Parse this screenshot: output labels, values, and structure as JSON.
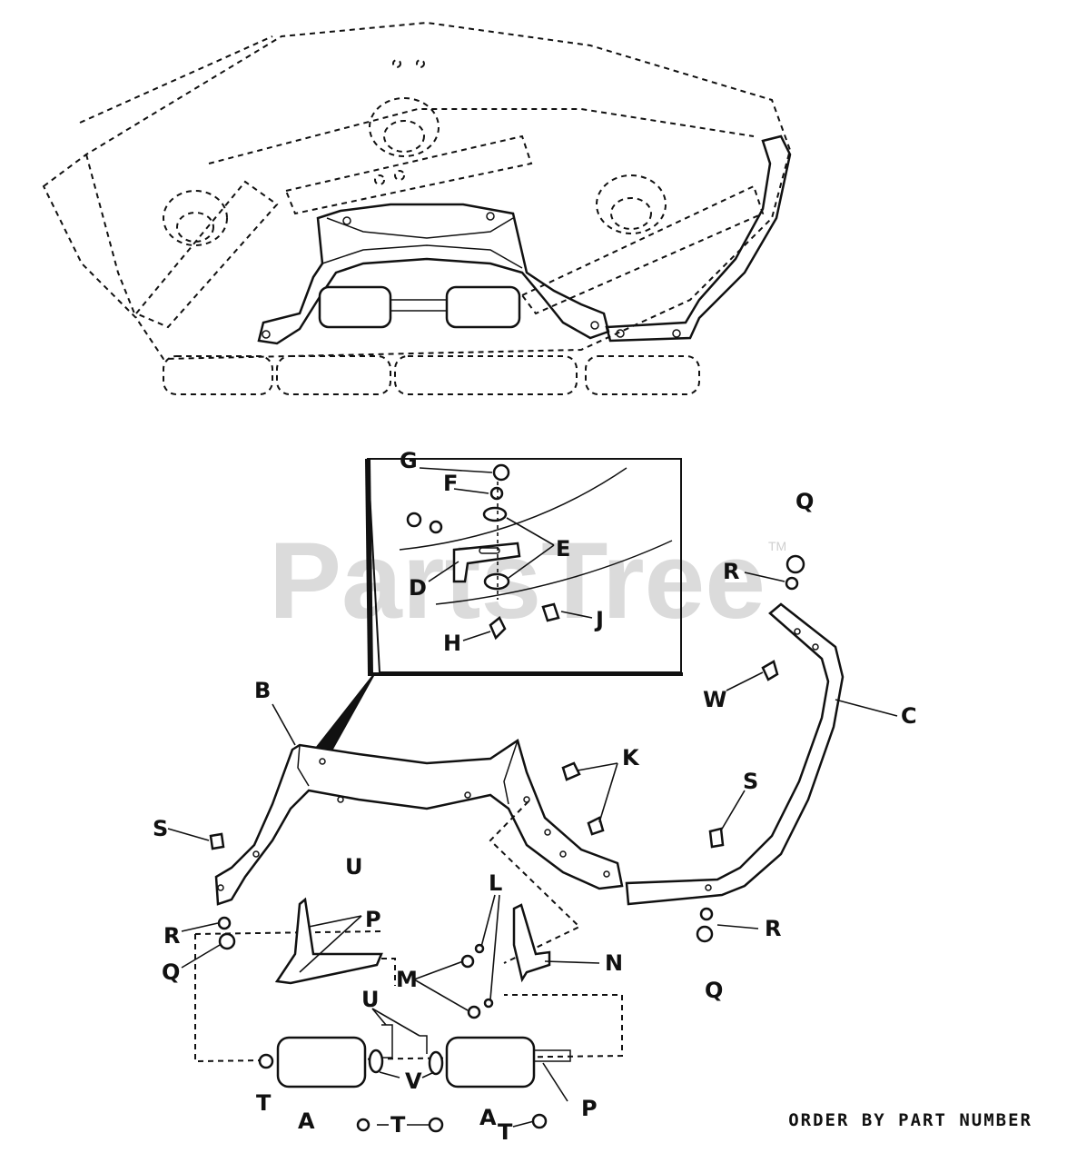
{
  "watermark": {
    "text": "PartsTree",
    "trademark": "TM"
  },
  "footer": {
    "order_note": "ORDER BY PART NUMBER"
  },
  "labels": {
    "G": "G",
    "F": "F",
    "E": "E",
    "D": "D",
    "J": "J",
    "H": "H",
    "Q_top": "Q",
    "R_top": "R",
    "W": "W",
    "C": "C",
    "B": "B",
    "K": "K",
    "S_left": "S",
    "U_mid": "U",
    "S_right": "S",
    "L": "L",
    "P_top": "P",
    "N": "N",
    "R_left": "R",
    "Q_left": "Q",
    "R_right": "R",
    "Q_right": "Q",
    "M": "M",
    "U_lower": "U",
    "V": "V",
    "T_left": "T",
    "A_left": "A",
    "T_bottom": "T",
    "A_right": "A",
    "T_right": "T",
    "P_bottom": "P"
  }
}
